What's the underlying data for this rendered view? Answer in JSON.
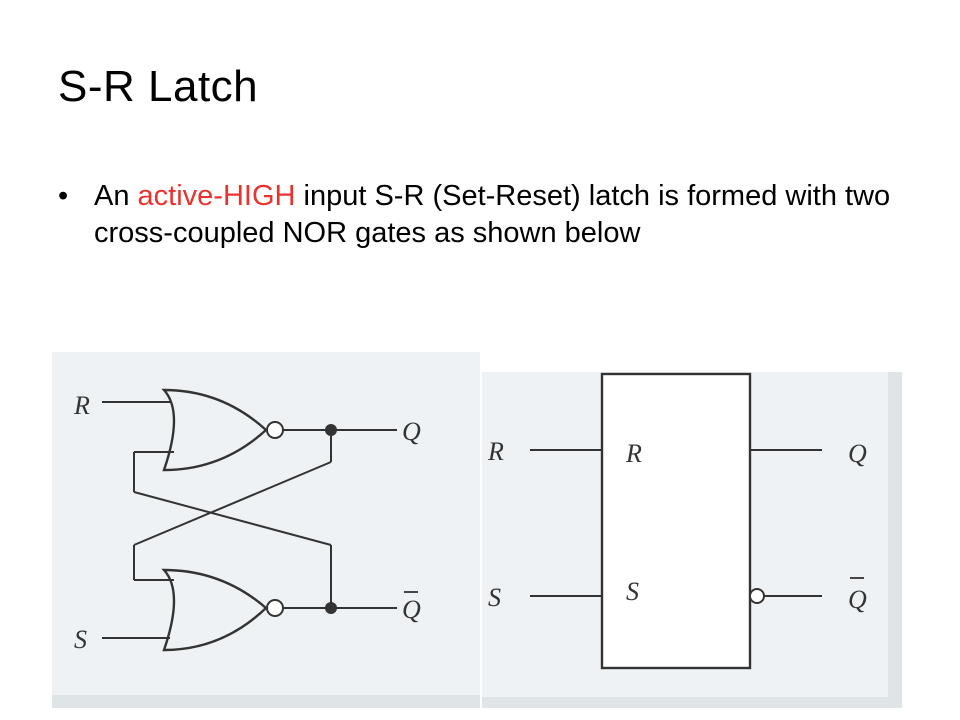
{
  "slide": {
    "title": "S-R Latch",
    "bullet": {
      "pre": "An ",
      "highlight": "active-HIGH",
      "post": " input S-R (Set-Reset) latch is formed with two cross-coupled NOR gates as shown below"
    }
  },
  "colors": {
    "accent": "#e8332f",
    "figure_bg": "#eef2f4",
    "wire": "#333333"
  },
  "figure": {
    "logic_diagram": {
      "input_top": "R",
      "input_bottom": "S",
      "output_top": "Q",
      "output_bottom": "Q"
    },
    "symbol": {
      "input_top": "R",
      "input_bottom": "S",
      "inner_top": "R",
      "inner_bottom": "S",
      "output_top": "Q",
      "output_bottom": "Q"
    }
  }
}
